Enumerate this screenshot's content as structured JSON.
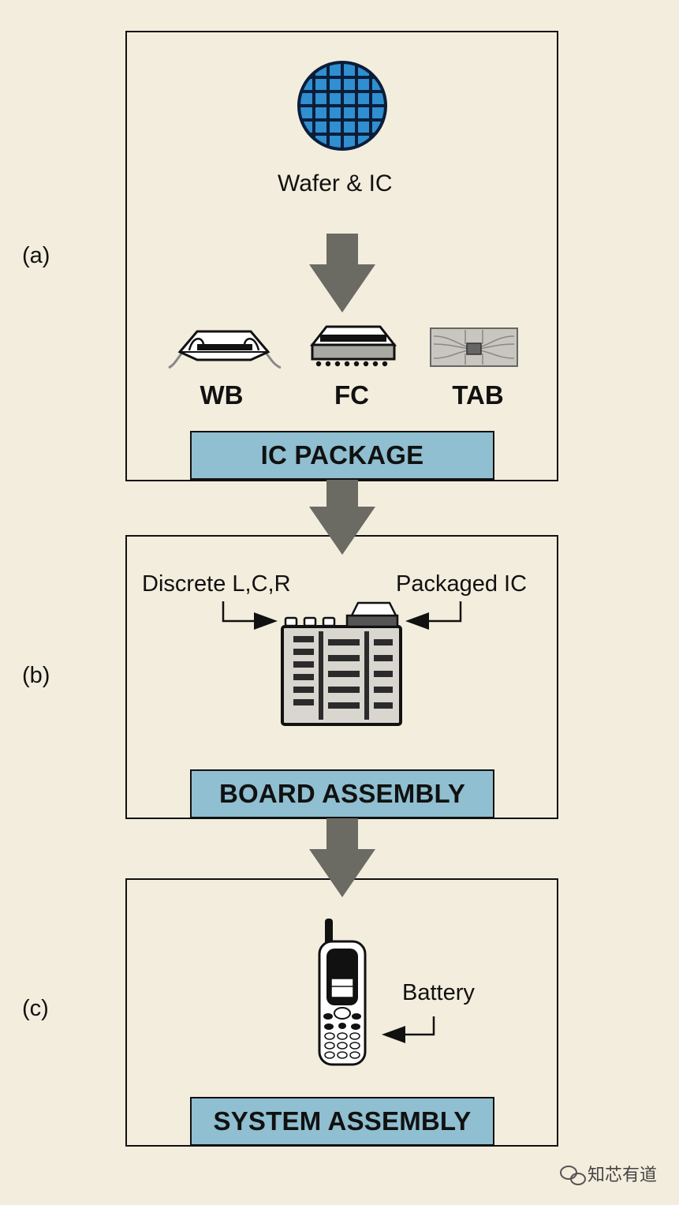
{
  "stages": [
    {
      "marker": "(a)",
      "banner": "IC PACKAGE"
    },
    {
      "marker": "(b)",
      "banner": "BOARD ASSEMBLY"
    },
    {
      "marker": "(c)",
      "banner": "SYSTEM ASSEMBLY"
    }
  ],
  "wafer_label": "Wafer & IC",
  "packages": [
    "WB",
    "FC",
    "TAB"
  ],
  "board_inputs": {
    "left": "Discrete L,C,R",
    "right": "Packaged IC"
  },
  "system_input": "Battery",
  "watermark": "知芯有道",
  "colors": {
    "background": "#f3eddd",
    "banner": "#8fbfd0",
    "arrow": "#6b6a63",
    "wafer": "#2f8fd0"
  }
}
